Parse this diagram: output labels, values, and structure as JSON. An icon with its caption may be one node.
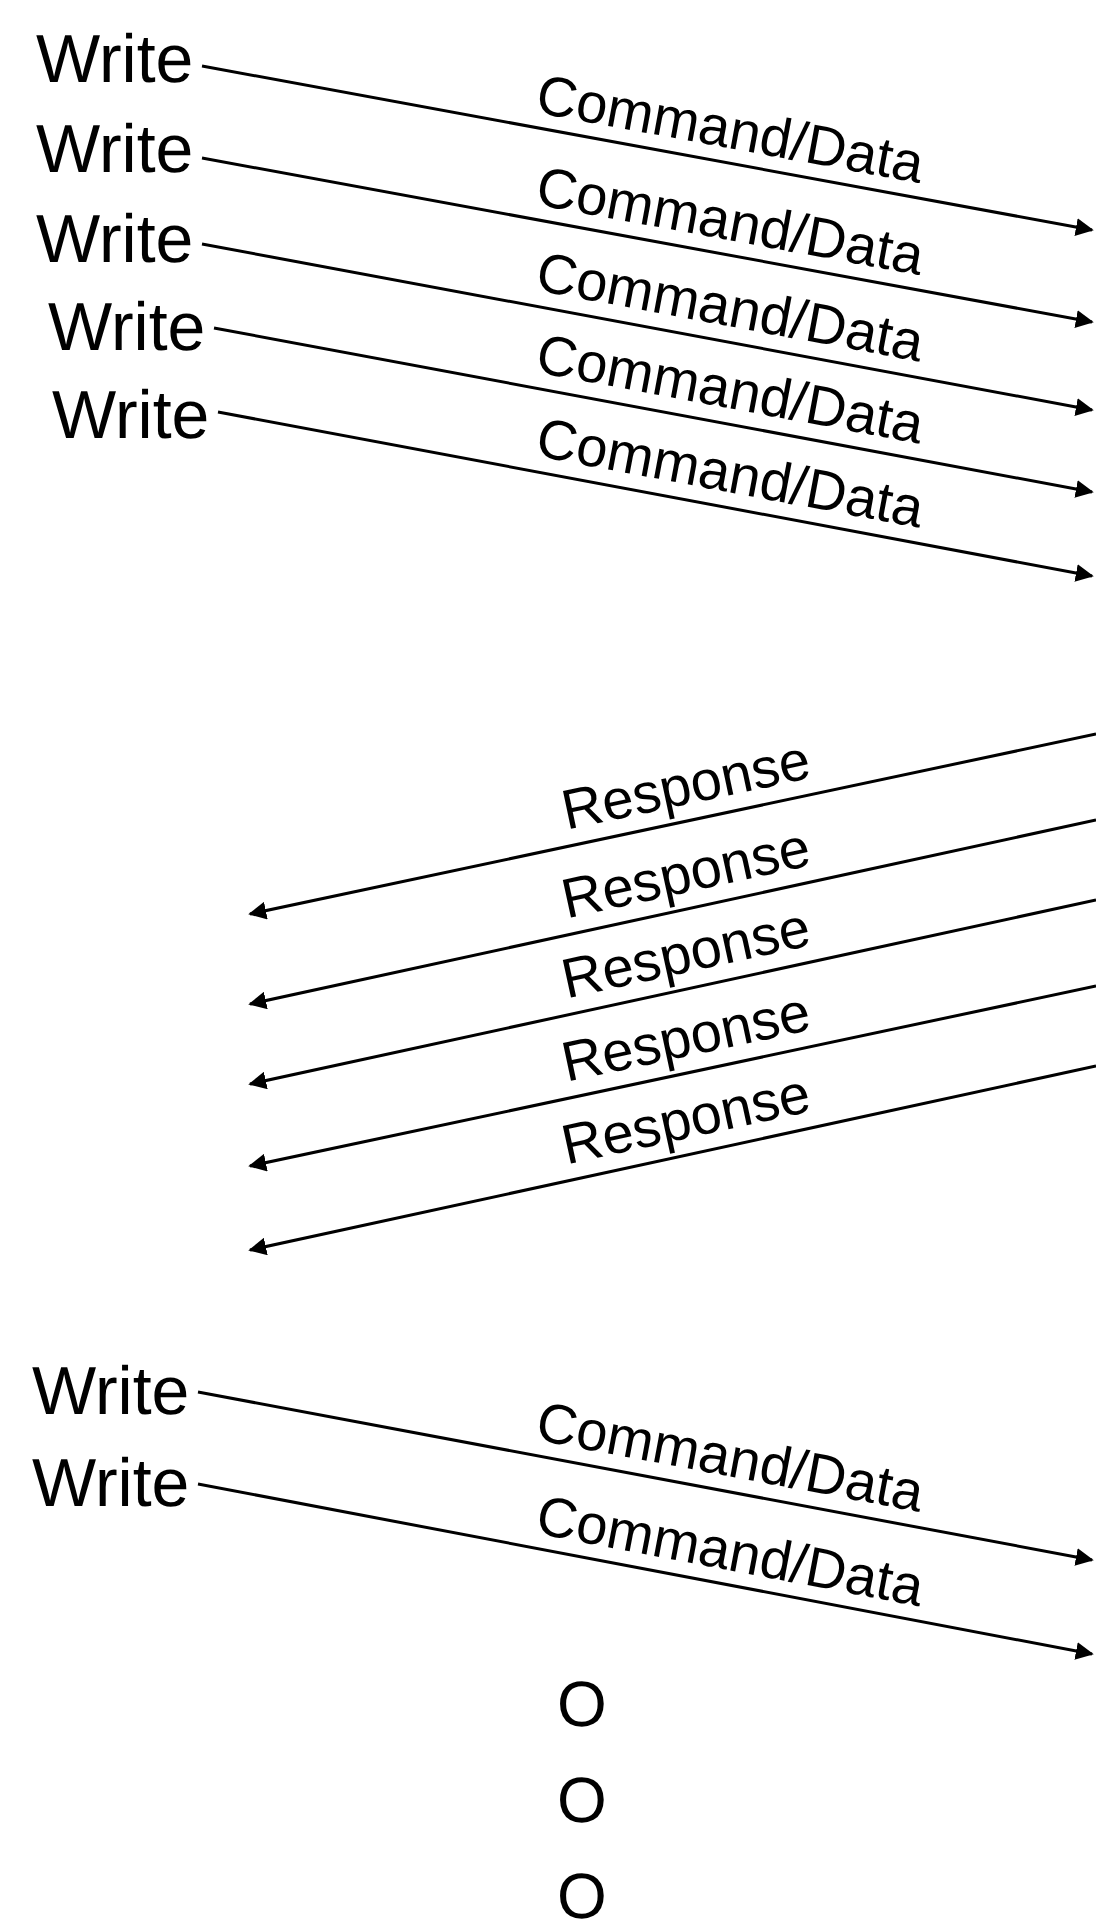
{
  "diagram": {
    "nodes": [
      {
        "text": [
          "Write"
        ]
      },
      {
        "text": [
          "Write"
        ]
      },
      {
        "text": [
          "Write"
        ]
      },
      {
        "text": [
          "Write"
        ]
      },
      {
        "text": [
          "Write"
        ]
      },
      {
        "text": [
          "Write"
        ]
      },
      {
        "text": [
          "Write"
        ]
      }
    ],
    "edges": [
      {
        "from": 0,
        "to": null,
        "arrow": "to",
        "label": "Command/Data"
      },
      {
        "from": 1,
        "to": null,
        "arrow": "to",
        "label": "Command/Data"
      },
      {
        "from": 2,
        "to": null,
        "arrow": "to",
        "label": "Command/Data"
      },
      {
        "from": 3,
        "to": null,
        "arrow": "to",
        "label": "Command/Data"
      },
      {
        "from": 4,
        "to": null,
        "arrow": "to",
        "label": "Command/Data"
      },
      {
        "from": 5,
        "to": null,
        "arrow": "to",
        "label": "Command/Data"
      },
      {
        "from": 6,
        "to": null,
        "arrow": "to",
        "label": "Command/Data"
      }
    ],
    "labels": [
      "Response",
      "Response",
      "Response",
      "Response",
      "Response",
      "O",
      "O",
      "O"
    ]
  }
}
